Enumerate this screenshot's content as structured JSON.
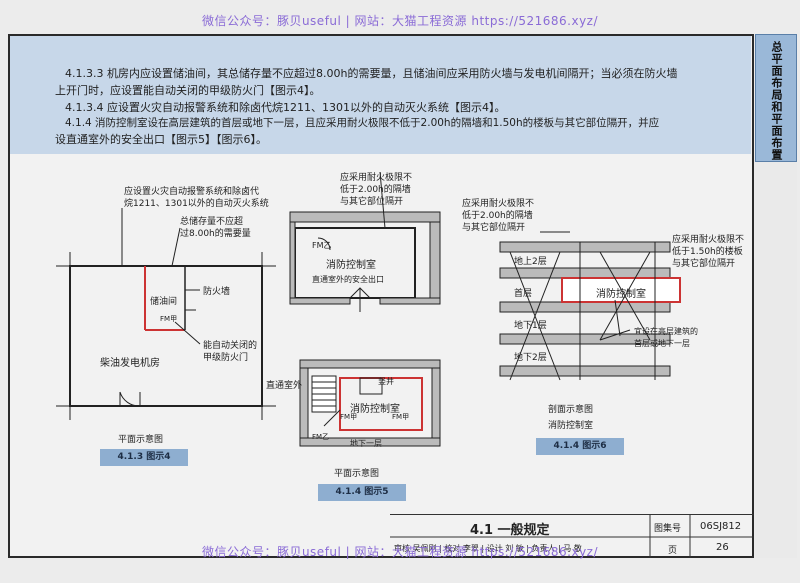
{
  "watermark": {
    "top": "微信公众号：豚贝useful  |  网站：大猫工程资源 https://521686.xyz/",
    "bottom": "微信公众号：豚贝useful  |  网站：大猫工程资源 https://521686.xyz/"
  },
  "side_tab": "总平面布局和平面布置",
  "paragraphs": [
    "4.1.3.3 机房内应设置储油间，其总储存量不应超过8.00h的需要量，且储油间应采用防火墙与发电机间隔开；当必须在防火墙",
    "上开门时，应设置能自动关闭的甲级防火门【图示4】。",
    "4.1.3.4 应设置火灾自动报警系统和除卤代烷1211、1301以外的自动灭火系统【图示4】。",
    "4.1.4 消防控制室设在高层建筑的首层或地下一层，且应采用耐火极限不低于2.00h的隔墙和1.50h的楼板与其它部位隔开，并应",
    "设直通室外的安全出口【图示5】【图示6】。"
  ],
  "fig4": {
    "note_top": "应设置火灾自动报警系统和除卤代",
    "note_top2": "烷1211、1301以外的自动灭火系统",
    "note_storage": "总储存量不应超",
    "note_storage2": "过8.00h的需要量",
    "firewall": "防火墙",
    "oil_room": "储油间",
    "door_fm": "FM甲",
    "auto_door": "能自动关闭的",
    "auto_door2": "甲级防火门",
    "room": "柴油发电机房",
    "subcaption": "平面示意图",
    "caption": "4.1.3  图示4"
  },
  "fig5": {
    "note1": "应采用耐火极限不",
    "note1b": "低于2.00h的隔墙",
    "note1c": "与其它部位隔开",
    "fm_b1": "FM乙",
    "room_top": "消防控制室",
    "exit_top": "直通室外的安全出口",
    "exit_lbl": "直通室外",
    "shaft": "竖井",
    "room_bot": "消防控制室",
    "fm_a1": "FM甲",
    "fm_a2": "FM甲",
    "fm_b2": "FM乙",
    "b1": "地下一层",
    "subcaption": "平面示意图",
    "caption": "4.1.4  图示5"
  },
  "fig6": {
    "note1": "应采用耐火极限不",
    "note1b": "低于2.00h的隔墙",
    "note1c": "与其它部位隔开",
    "note2": "应采用耐火极限不",
    "note2b": "低于1.50h的楼板",
    "note2c": "与其它部位隔开",
    "floor_up2": "地上2层",
    "floor_1": "首层",
    "floor_b1": "地下1层",
    "floor_b2": "地下2层",
    "room": "消防控制室",
    "note3": "宜设在高层建筑的",
    "note3b": "首层或地下一层",
    "sub1": "剖面示意图",
    "sub2": "消防控制室",
    "caption": "4.1.4  图示6"
  },
  "title_block": {
    "section": "4.1   一般规定",
    "atlas_label": "图集号",
    "atlas_no": "06SJ812",
    "page_label": "页",
    "page_no": "26",
    "row": "审核 吴佩刚 | 校对 李翠 | 设计 刘 敏 | 负责人 | 马 敬"
  }
}
